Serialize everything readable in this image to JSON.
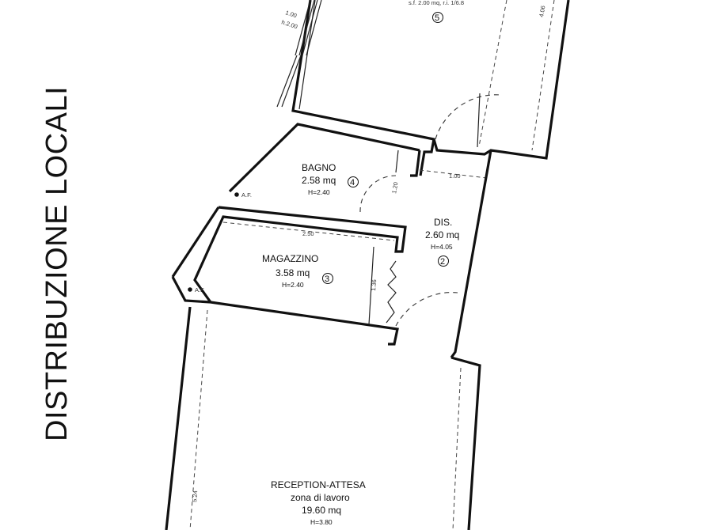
{
  "title": "DISTRIBUZIONE LOCALI",
  "rooms": {
    "room5": {
      "area_note": "s.f. 2.00 mq, r.i. 1/6.8",
      "number": "5",
      "dim_h": "4.06"
    },
    "bagno": {
      "name": "BAGNO",
      "area": "2.58 mq",
      "height": "H=2.40",
      "number": "4",
      "af": "A.F."
    },
    "dis": {
      "name": "DIS.",
      "area": "2.60 mq",
      "height": "H=4.05",
      "number": "2",
      "dim_w": "1.00",
      "dim_h": "1.20"
    },
    "magazzino": {
      "name": "MAGAZZINO",
      "area": "3.58 mq",
      "height": "H=2.40",
      "number": "3",
      "af": "A.F.",
      "dim_w": "2.50",
      "dim_h": "1.36"
    },
    "reception": {
      "name": "RECEPTION-ATTESA",
      "use": "zona di lavoro",
      "area": "19.60 mq",
      "height": "H=3.80",
      "dim_h": "5.24"
    }
  },
  "window_top": {
    "width": "1.00",
    "height": "h.2.00"
  }
}
